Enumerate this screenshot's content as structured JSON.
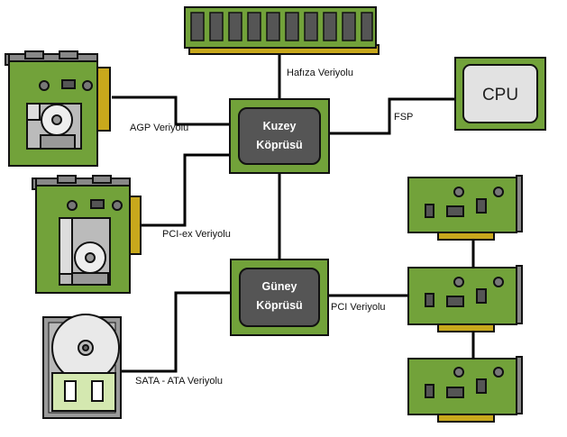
{
  "diagram": {
    "north_bridge": {
      "line1": "Kuzey",
      "line2": "Köprüsü"
    },
    "south_bridge": {
      "line1": "Güney",
      "line2": "Köprüsü"
    },
    "cpu": {
      "label": "CPU"
    },
    "buses": {
      "memory": "Hafıza Veriyolu",
      "agp": "AGP Veriyolu",
      "fsp": "FSP",
      "pci_ex": "PCI-ex Veriyolu",
      "pci": "PCI Veriyolu",
      "sata_ata": "SATA - ATA Veriyolu"
    }
  },
  "colors": {
    "board_green": "#72a23a",
    "chip_gray": "#555555",
    "connector_gold": "#c8a81c",
    "outline": "#111111"
  }
}
